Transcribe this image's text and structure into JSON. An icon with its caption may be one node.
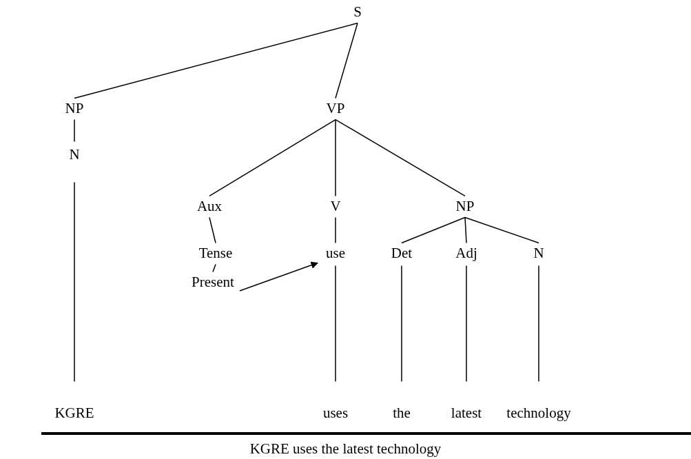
{
  "diagram": {
    "caption": "KGRE uses the latest technology",
    "nodes": [
      {
        "text": [
          "S"
        ]
      },
      {
        "text": [
          "NP"
        ]
      },
      {
        "text": [
          "VP"
        ]
      },
      {
        "text": [
          "N"
        ]
      },
      {
        "text": [
          "Aux"
        ]
      },
      {
        "text": [
          "V"
        ]
      },
      {
        "text": [
          "NP"
        ]
      },
      {
        "text": [
          "Tense"
        ]
      },
      {
        "text": [
          "use"
        ]
      },
      {
        "text": [
          "Det"
        ]
      },
      {
        "text": [
          "Adj"
        ]
      },
      {
        "text": [
          "N"
        ]
      },
      {
        "text": [
          "Present"
        ]
      },
      {
        "text": [
          "KGRE"
        ]
      },
      {
        "text": [
          "uses"
        ]
      },
      {
        "text": [
          "the"
        ]
      },
      {
        "text": [
          "latest"
        ]
      },
      {
        "text": [
          "technology"
        ]
      }
    ],
    "edges": [
      {
        "from": 0,
        "to": 1,
        "arrow": "none"
      },
      {
        "from": 0,
        "to": 2,
        "arrow": "none"
      },
      {
        "from": 1,
        "to": 3,
        "arrow": "none"
      },
      {
        "from": 2,
        "to": 4,
        "arrow": "none"
      },
      {
        "from": 2,
        "to": 5,
        "arrow": "none"
      },
      {
        "from": 2,
        "to": 6,
        "arrow": "none"
      },
      {
        "from": 3,
        "to": 13,
        "arrow": "none"
      },
      {
        "from": 4,
        "to": 7,
        "arrow": "none"
      },
      {
        "from": 5,
        "to": 8,
        "arrow": "none"
      },
      {
        "from": 6,
        "to": 9,
        "arrow": "none"
      },
      {
        "from": 6,
        "to": 10,
        "arrow": "none"
      },
      {
        "from": 6,
        "to": 11,
        "arrow": "none"
      },
      {
        "from": 7,
        "to": 12,
        "arrow": "none"
      },
      {
        "from": 12,
        "to": 8,
        "arrow": "to"
      },
      {
        "from": 8,
        "to": 14,
        "arrow": "none"
      },
      {
        "from": 9,
        "to": 15,
        "arrow": "none"
      },
      {
        "from": 10,
        "to": 16,
        "arrow": "none"
      },
      {
        "from": 11,
        "to": 17,
        "arrow": "none"
      }
    ]
  }
}
